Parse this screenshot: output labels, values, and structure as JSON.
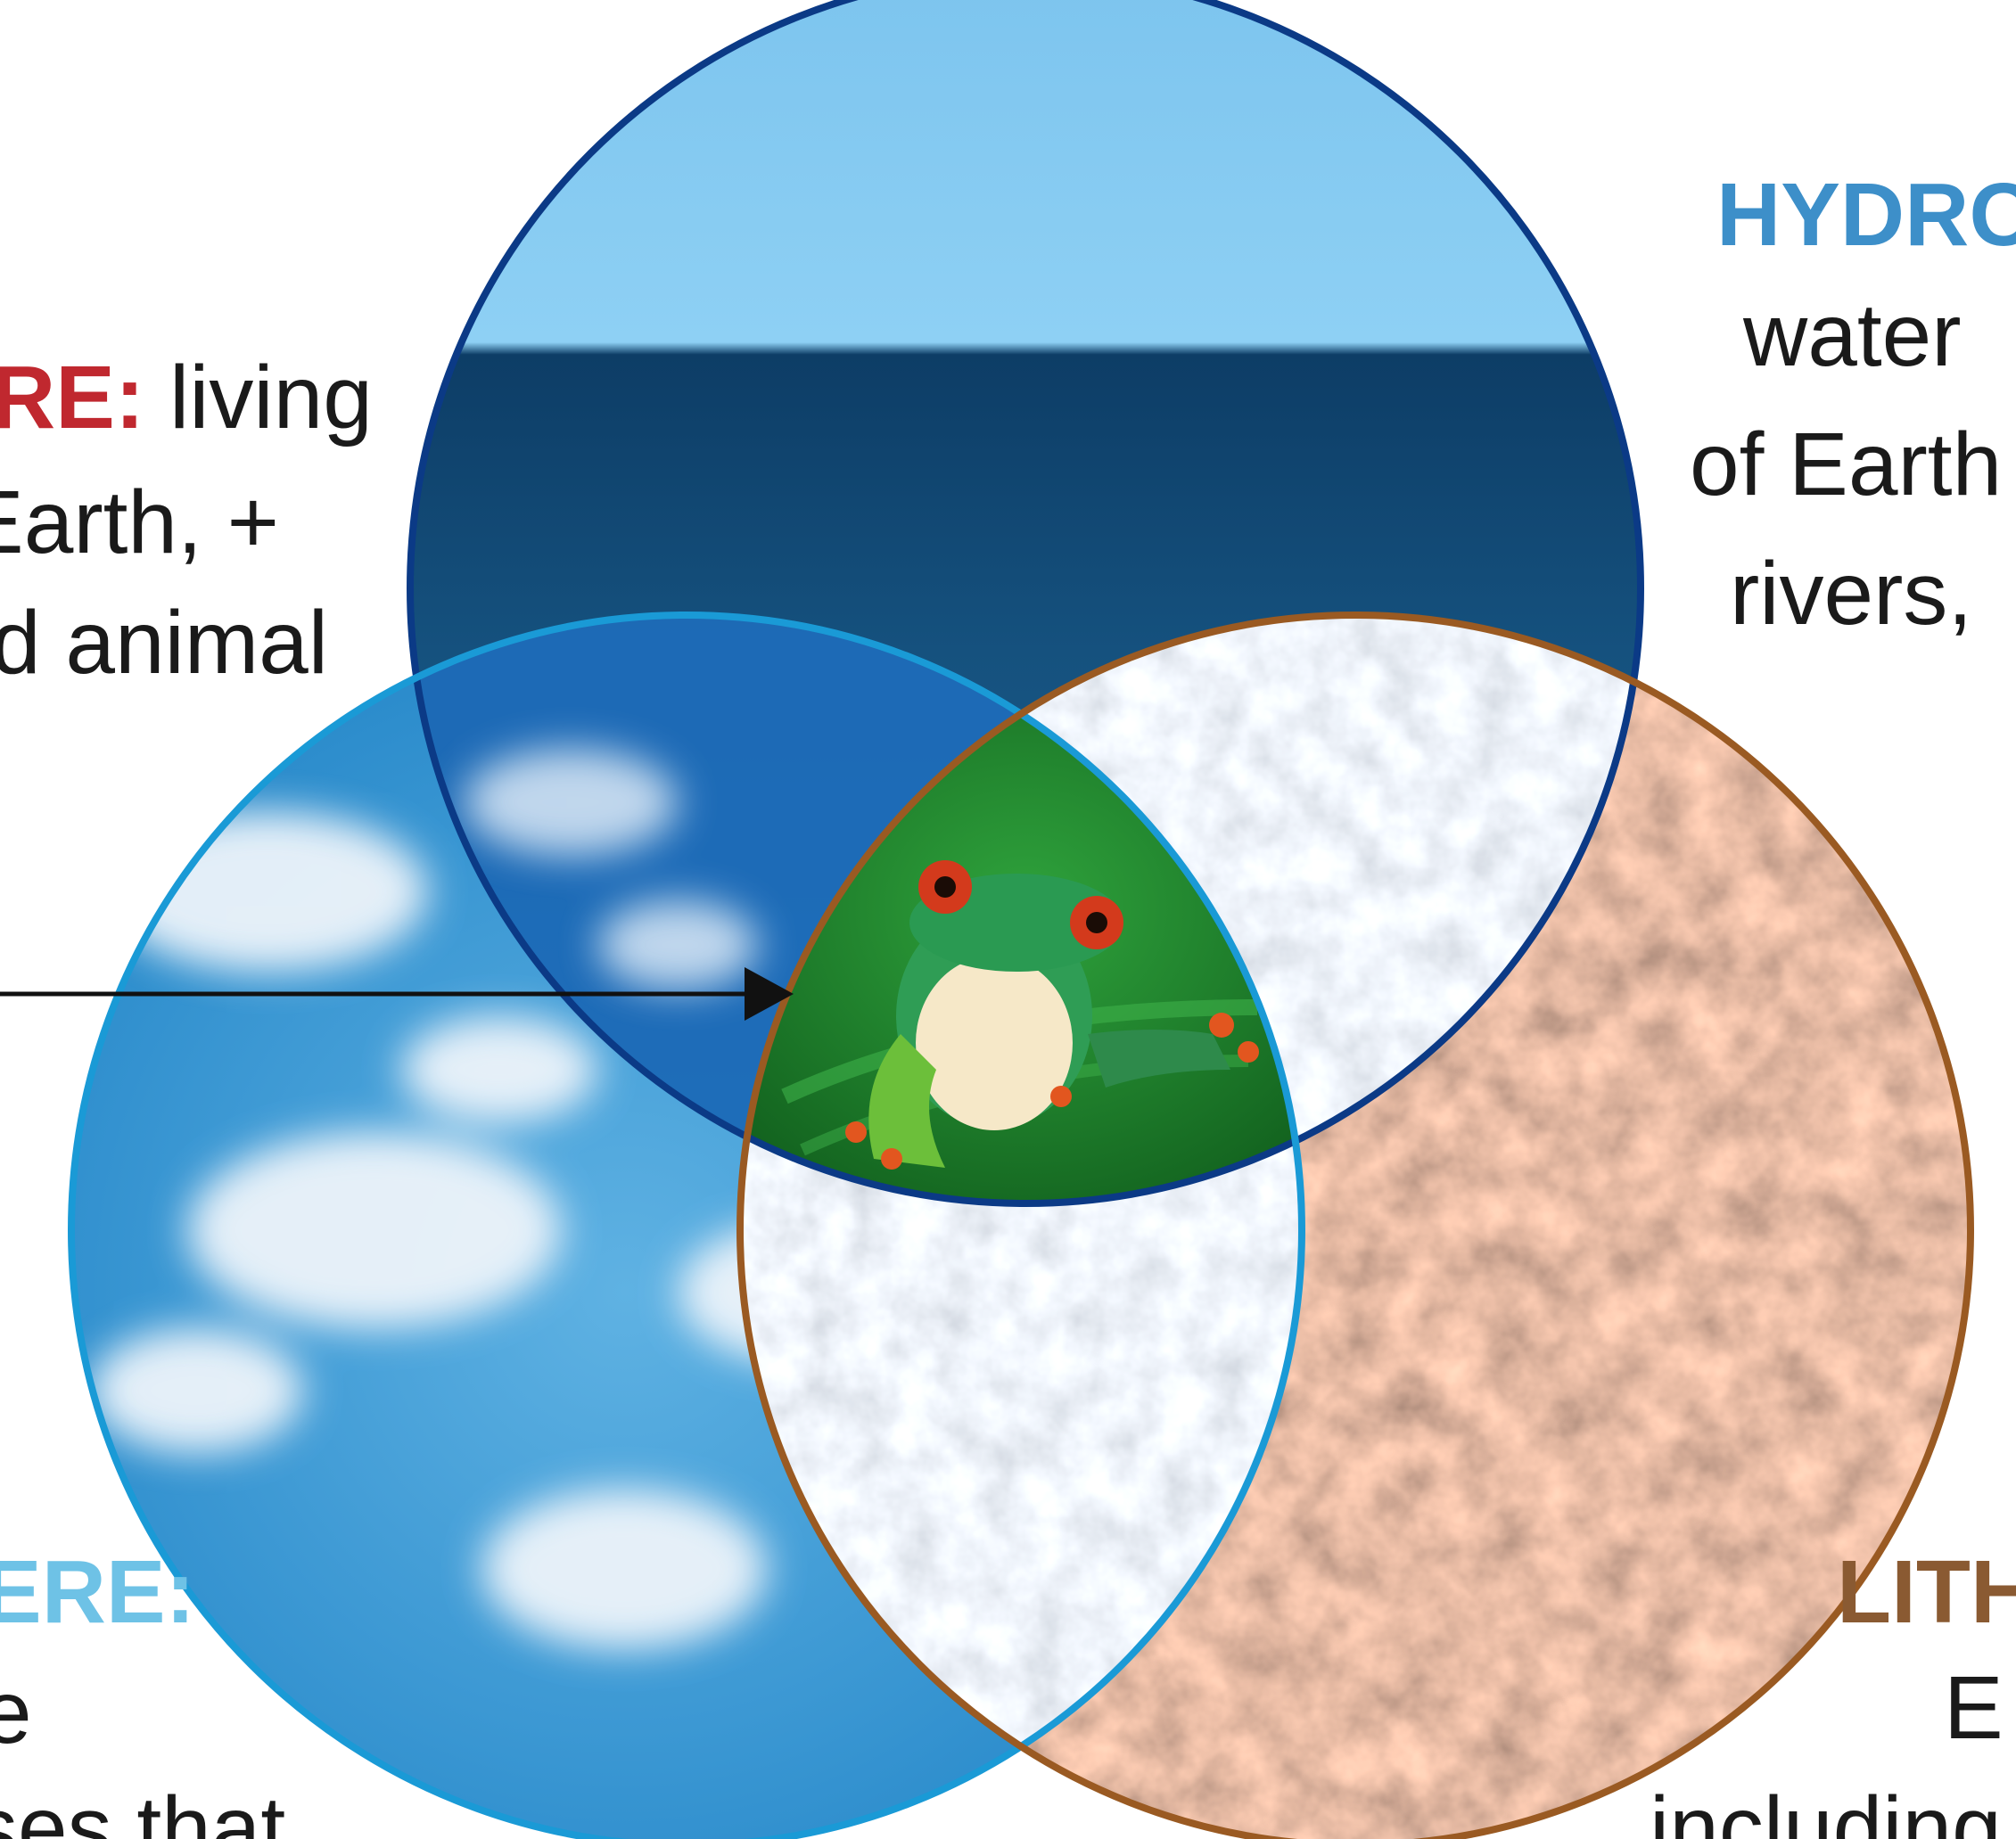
{
  "labels": {
    "hydrosphere": {
      "heading": "HYDRO",
      "lines": [
        "water",
        "of Earth",
        "rivers,"
      ]
    },
    "biosphere": {
      "heading": "RE:",
      "heading_rest": " living",
      "lines": [
        "Earth, +",
        "d animal"
      ]
    },
    "atmosphere": {
      "heading": "ERE:",
      "lines": [
        "e",
        "ses that"
      ]
    },
    "lithosphere": {
      "heading": "LITH",
      "lines": [
        "E",
        "including"
      ]
    }
  },
  "colors": {
    "hydrosphere_outline": "#0b3a86",
    "atmosphere_outline": "#1a9ad6",
    "lithosphere_outline": "#9a5a22",
    "biosphere_fill": "#1f7a2a",
    "arrow": "#111111"
  },
  "icons": {
    "center": "frog-icon",
    "pointer": "arrow-icon"
  }
}
